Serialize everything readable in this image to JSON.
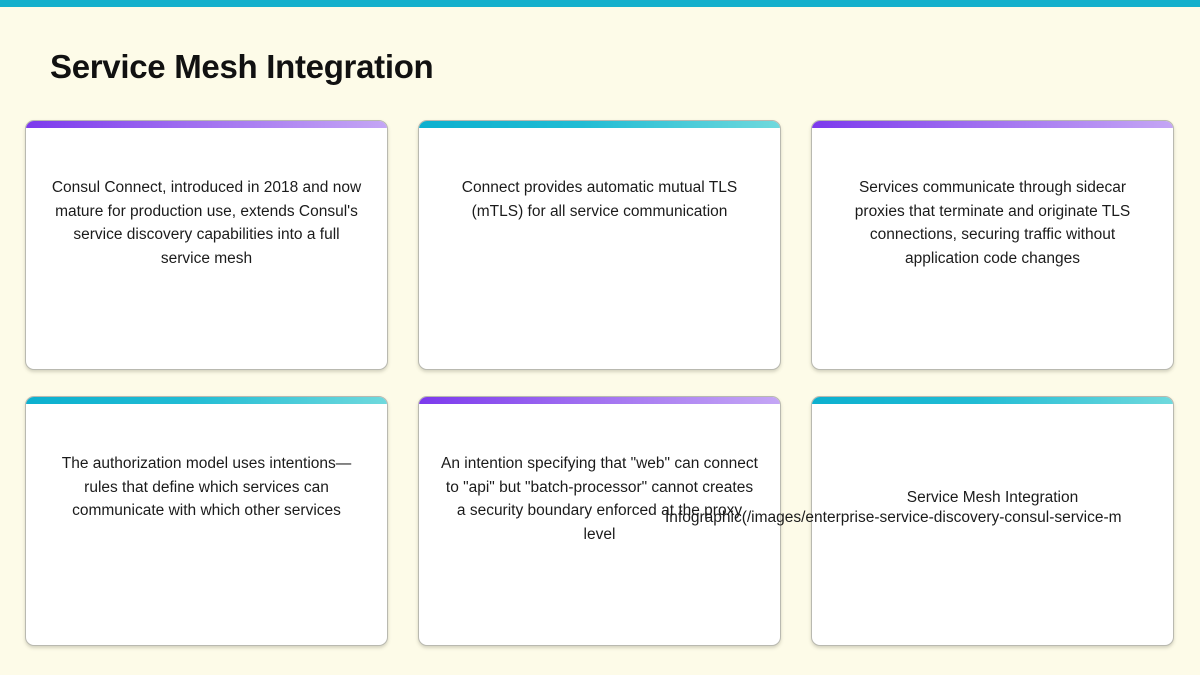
{
  "page": {
    "title": "Service Mesh Integration",
    "background_color": "#fdfbe8",
    "accent_bar_color": "#14b0cc"
  },
  "colors": {
    "purple_accent_start": "#7c3aed",
    "purple_accent_end": "#c4a6f5",
    "teal_accent_start": "#0cb0cf",
    "teal_accent_end": "#6fd9dd",
    "card_background": "#ffffff",
    "text": "#1b1b1b"
  },
  "cards": [
    {
      "accent": "purple",
      "text": "Consul Connect, introduced in 2018 and now mature for production use, extends Consul's service discovery capabilities into a full service mesh"
    },
    {
      "accent": "teal",
      "text": "Connect provides automatic mutual TLS (mTLS) for all service communication"
    },
    {
      "accent": "purple",
      "text": "Services communicate through sidecar proxies that terminate and originate TLS connections, securing traffic without application code changes"
    },
    {
      "accent": "teal",
      "text": "The authorization model uses intentions—rules that define which services can communicate with which other services"
    },
    {
      "accent": "purple",
      "text": "An intention specifying that \"web\" can connect to \"api\" but \"batch-processor\" cannot creates a security boundary enforced at the proxy level"
    },
    {
      "accent": "teal",
      "text": "Service Mesh Integration"
    }
  ],
  "overlay": {
    "broken_link_text": "Infographic(/images/enterprise-service-discovery-consul-service-m"
  }
}
